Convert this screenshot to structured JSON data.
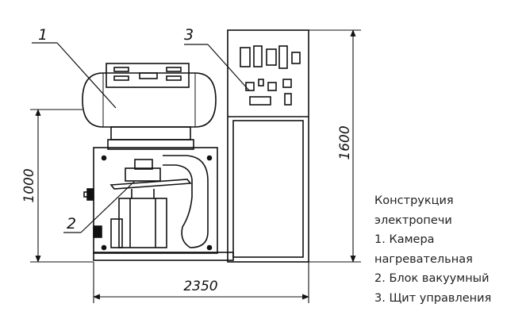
{
  "dimensions": {
    "height_left": "1000",
    "height_right": "1600",
    "width_bottom": "2350"
  },
  "callouts": {
    "chamber": "1",
    "vacuum": "2",
    "panel": "3"
  },
  "legend": {
    "title": [
      "Конструкция",
      "электропечи"
    ],
    "items": [
      "1. Камера",
      "нагревательная",
      "2. Блок вакуумный",
      "3. Щит управления"
    ]
  }
}
